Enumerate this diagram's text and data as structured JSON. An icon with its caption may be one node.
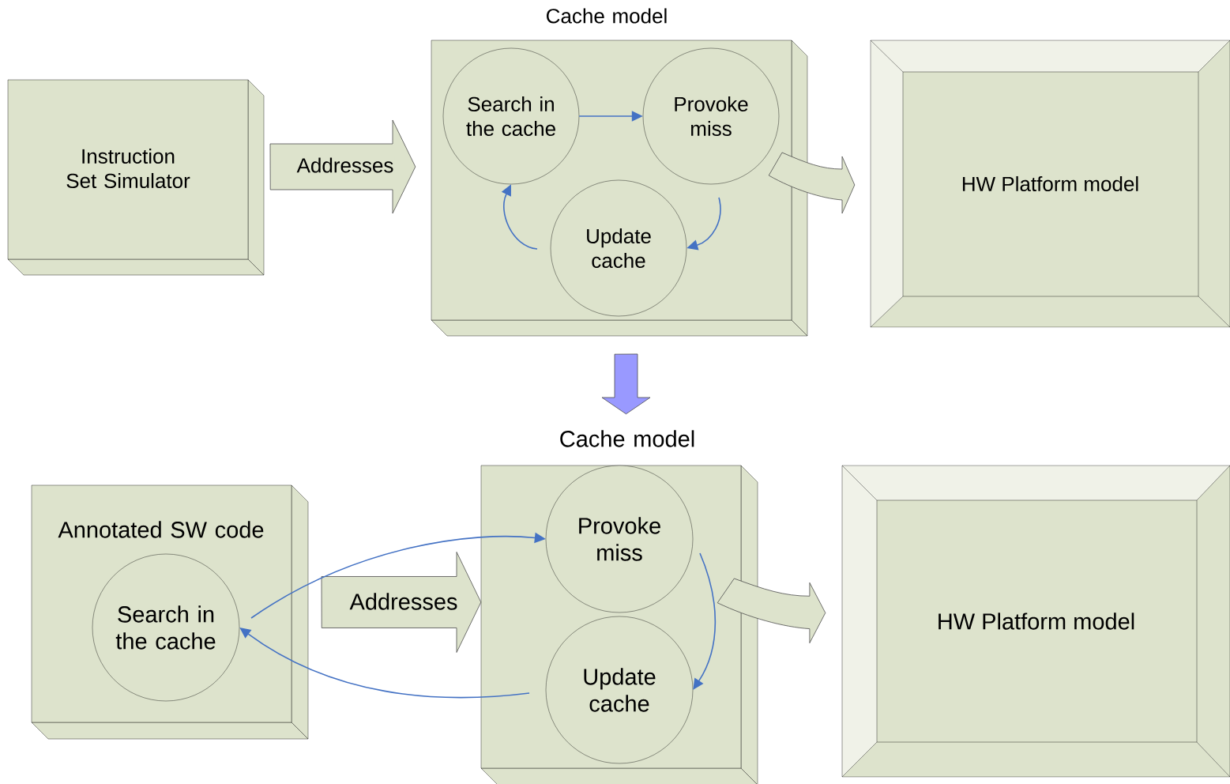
{
  "diagram": {
    "nodes": [
      {
        "text": [
          "Instruction Set Simulator"
        ]
      },
      {
        "text": [
          "Cache model"
        ]
      },
      {
        "text": [
          "Search in the cache"
        ],
        "in": 1
      },
      {
        "text": [
          "Provoke miss"
        ],
        "in": 1
      },
      {
        "text": [
          "Update cache"
        ],
        "in": 1
      },
      {
        "text": [
          "HW Platform model"
        ]
      },
      {
        "text": [
          "Annotated SW code"
        ]
      },
      {
        "text": [
          "Search in the cache"
        ],
        "in": 6
      },
      {
        "text": [
          "Cache model"
        ]
      },
      {
        "text": [
          "Provoke miss"
        ],
        "in": 8
      },
      {
        "text": [
          "Update cache"
        ],
        "in": 8
      },
      {
        "text": [
          "HW Platform model"
        ]
      }
    ],
    "edges": [
      {
        "from": 0,
        "to": 1,
        "arrow": "to",
        "label": "Addresses",
        "style": "thick",
        "color": "#dde3cc"
      },
      {
        "from": 2,
        "to": 3,
        "arrow": "to"
      },
      {
        "from": 3,
        "to": 4,
        "arrow": "to"
      },
      {
        "from": 4,
        "to": 2,
        "arrow": "to"
      },
      {
        "from": 1,
        "to": 5,
        "arrow": "to",
        "style": "thick",
        "color": "#dde3cc"
      },
      {
        "from": 1,
        "to": 8,
        "arrow": "to",
        "style": "thick",
        "color": "#9999ff"
      },
      {
        "from": 6,
        "to": 8,
        "arrow": "to",
        "label": "Addresses",
        "style": "thick",
        "color": "#dde3cc"
      },
      {
        "from": 7,
        "to": 9,
        "arrow": "to"
      },
      {
        "from": 9,
        "to": 10,
        "arrow": "to"
      },
      {
        "from": 10,
        "to": 7,
        "arrow": "to"
      },
      {
        "from": 8,
        "to": 11,
        "arrow": "to",
        "style": "thick",
        "color": "#dde3cc"
      }
    ]
  }
}
